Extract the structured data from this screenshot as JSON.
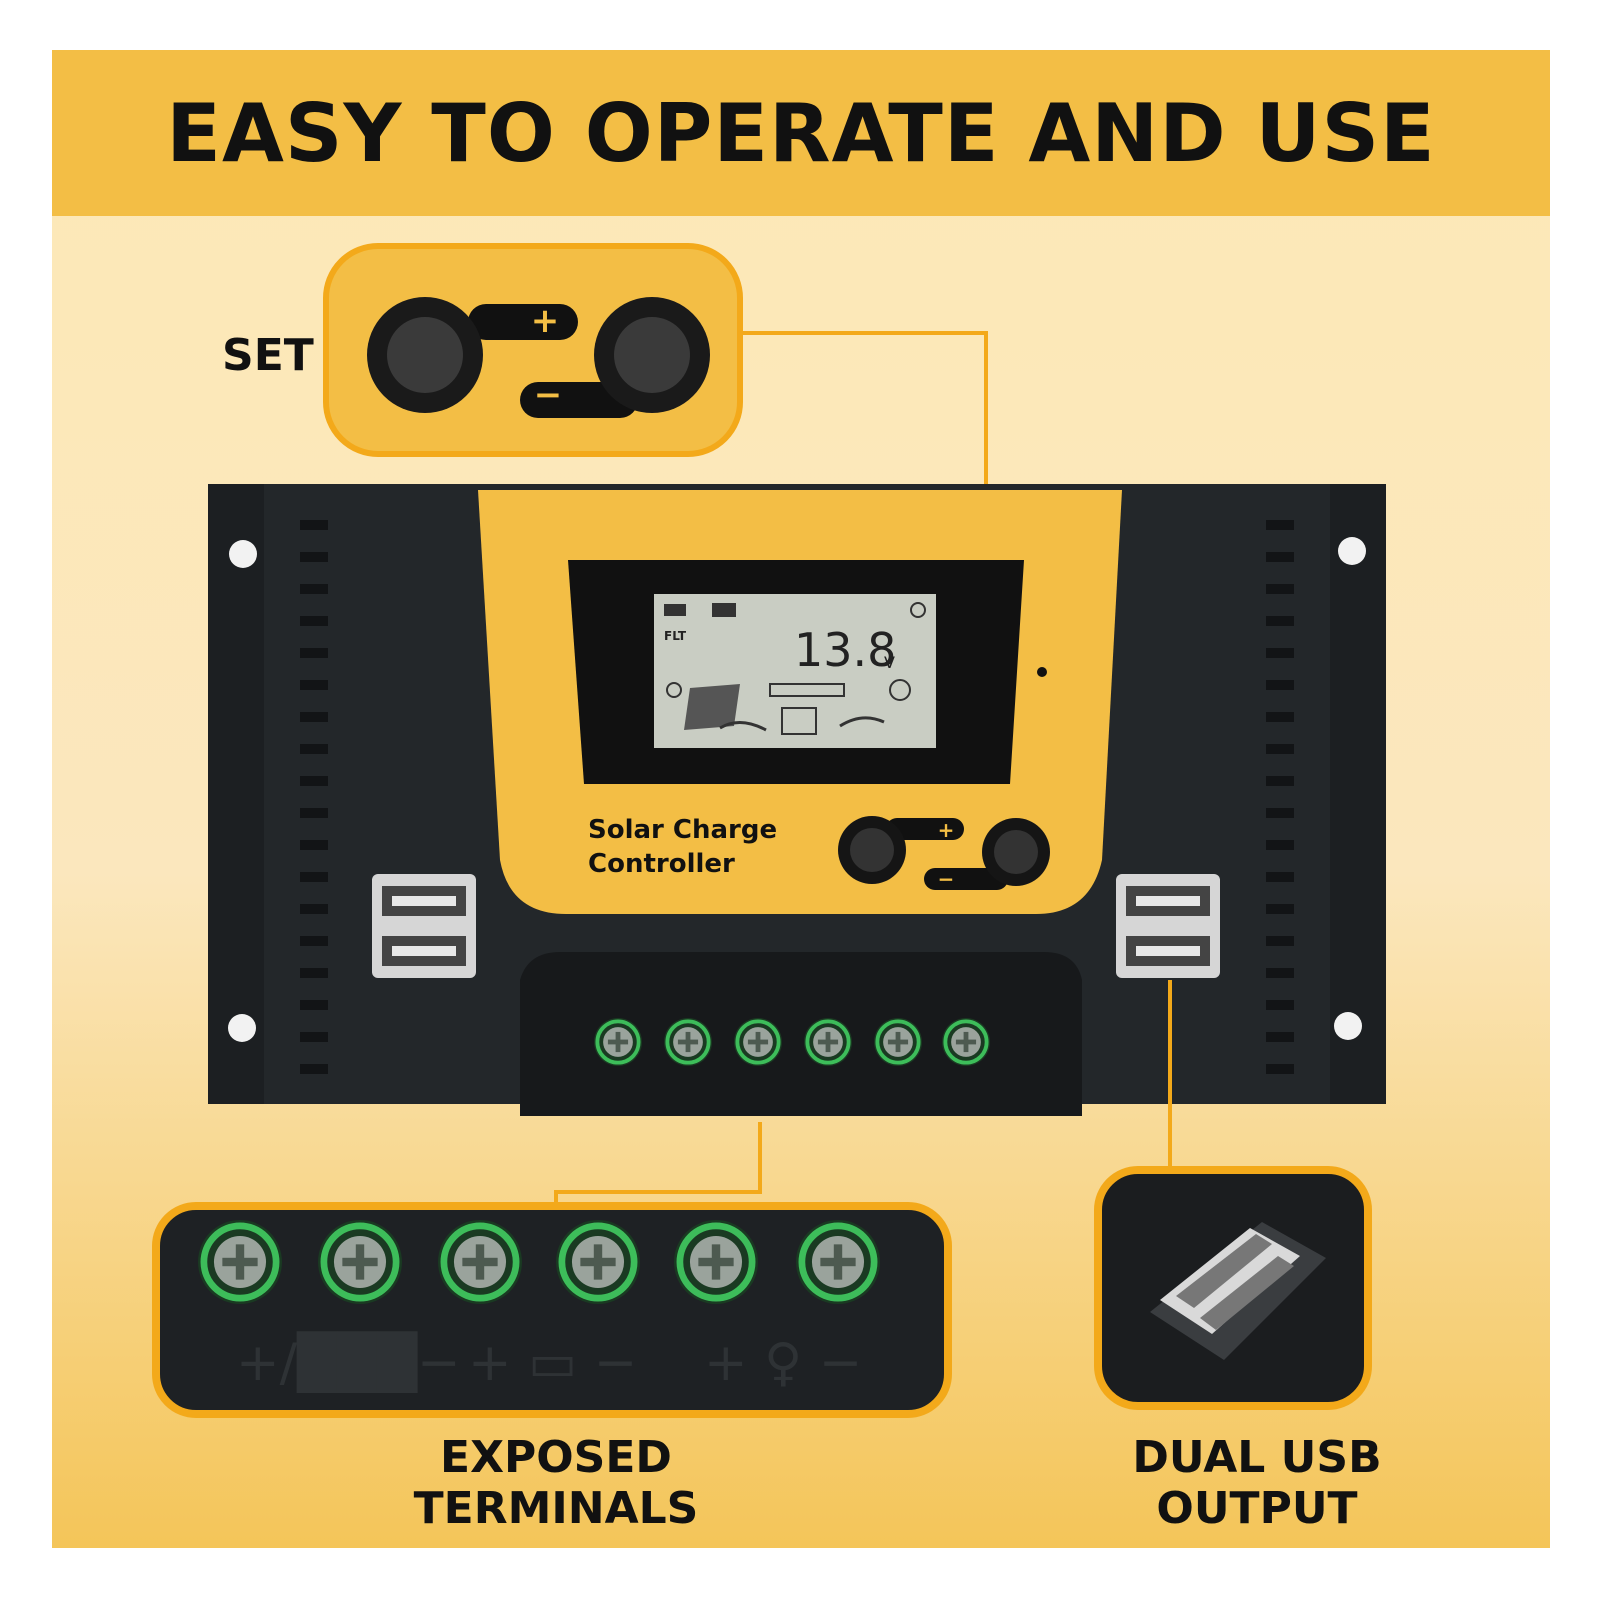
{
  "banner": {
    "title": "EASY TO OPERATE AND USE"
  },
  "callouts": {
    "set_label": "SET",
    "terminals_label": "EXPOSED TERMINALS",
    "usb_label": "DUAL USB OUTPUT"
  },
  "device": {
    "name_line1": "Solar Charge",
    "name_line2": "Controller",
    "lcd_voltage": "13.8",
    "lcd_unit": "V",
    "lcd_mode": "FLT",
    "plus_symbol": "+",
    "minus_symbol": "−"
  },
  "colors": {
    "accent": "#f3be45",
    "body": "#1c1f22",
    "lcd": "#c9cdc3",
    "terminal_ring": "#3dbd5a"
  },
  "icons": [
    "solar-panel-icon",
    "battery-icon",
    "bulb-icon",
    "sun-icon",
    "arrow-icon"
  ]
}
